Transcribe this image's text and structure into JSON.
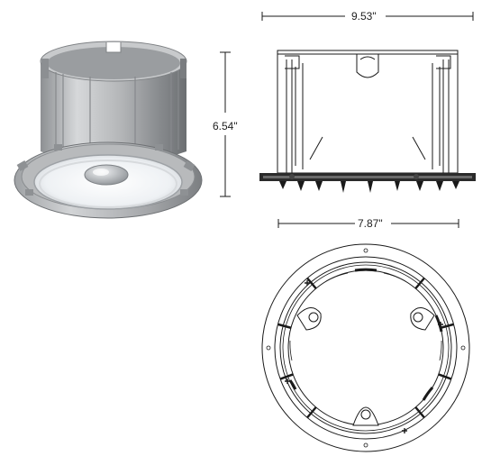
{
  "dimensions": {
    "width_top": "9.53\"",
    "height_side": "6.54\"",
    "width_cutout": "7.87\""
  },
  "colors": {
    "line": "#1a1a1a",
    "housing_light": "#d9dadb",
    "housing_mid": "#a9abad",
    "housing_dark": "#6f7275",
    "lens": "#f4f6f8"
  },
  "views": [
    "product-render",
    "side-elevation",
    "bottom-plan"
  ]
}
